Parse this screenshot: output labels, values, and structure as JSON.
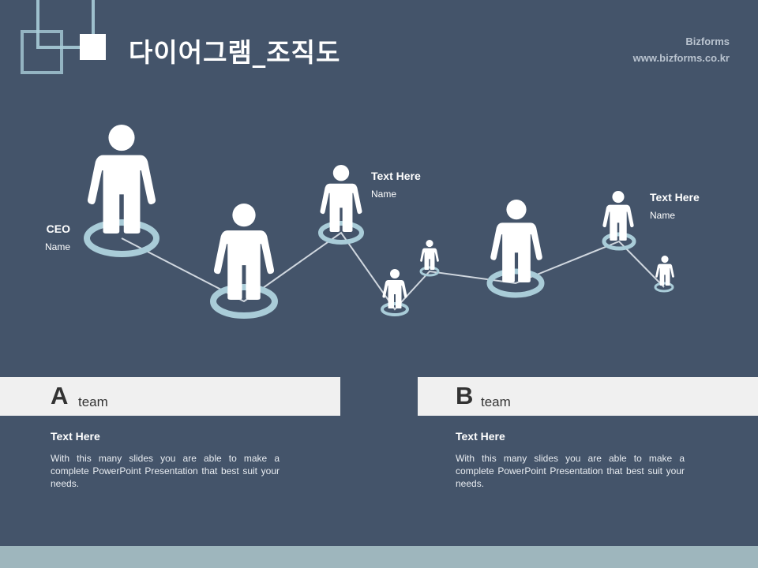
{
  "title": "다이어그램_조직도",
  "brand": {
    "name": "Bizforms",
    "url": "www.bizforms.co.kr"
  },
  "diagram": {
    "ceo": {
      "title": "CEO",
      "name": "Name"
    },
    "node_top": {
      "title": "Text Here",
      "name": "Name"
    },
    "node_right": {
      "title": "Text Here",
      "name": "Name"
    }
  },
  "teams": [
    {
      "letter": "A",
      "label": "team",
      "heading": "Text Here",
      "body": "With this many slides you are able to make a complete PowerPoint Presentation that best suit your needs."
    },
    {
      "letter": "B",
      "label": "team",
      "heading": "Text Here",
      "body": "With this many slides you are able to make a complete PowerPoint Presentation that best suit your needs."
    }
  ],
  "colors": {
    "background": "#44546a",
    "ring": "#a9ccd8",
    "band": "#f0f0f0",
    "footer": "#9eb6bd"
  }
}
